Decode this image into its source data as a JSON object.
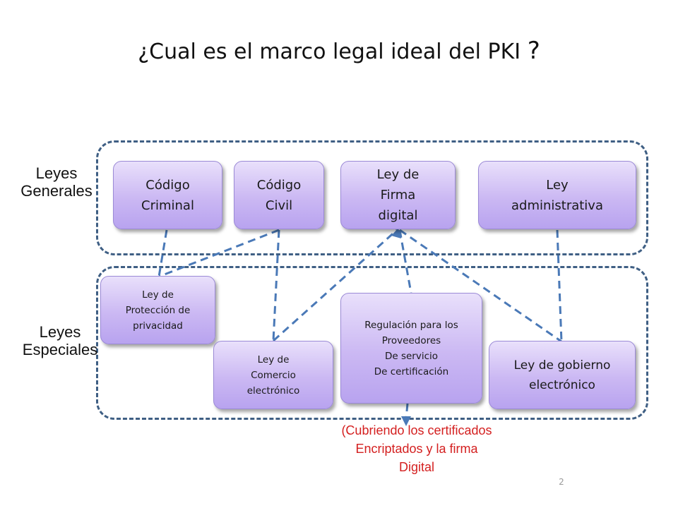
{
  "slide": {
    "title": "¿Cual es el marco legal ideal del PKI",
    "title_end": "?",
    "page_number": "2"
  },
  "groups": {
    "general_label": "Leyes\nGenerales",
    "special_label": "Leyes\nEspeciales"
  },
  "nodes": {
    "codigo_criminal": "Código\nCriminal",
    "codigo_civil": "Código\nCivil",
    "ley_firma_digital": "Ley de\nFirma\ndigital",
    "ley_administrativa": "Ley\nadministrativa",
    "ley_proteccion_privacidad": "Ley de\nProtección de\nprivacidad",
    "ley_comercio_electronico": "Ley de\nComercio\nelectrónico",
    "regulacion_proveedores": "Regulación para los\nProveedores\nDe servicio\nDe certificación",
    "ley_gobierno_electronico": "Ley de gobierno\nelectrónico"
  },
  "note": "(Cubriendo los certificados\nEncriptados y la firma\nDigital",
  "colors": {
    "dashed_border": "#3f5f84",
    "connector": "#4a79b7",
    "node_fill": "#c6b3f2",
    "note_text": "#d42020"
  }
}
